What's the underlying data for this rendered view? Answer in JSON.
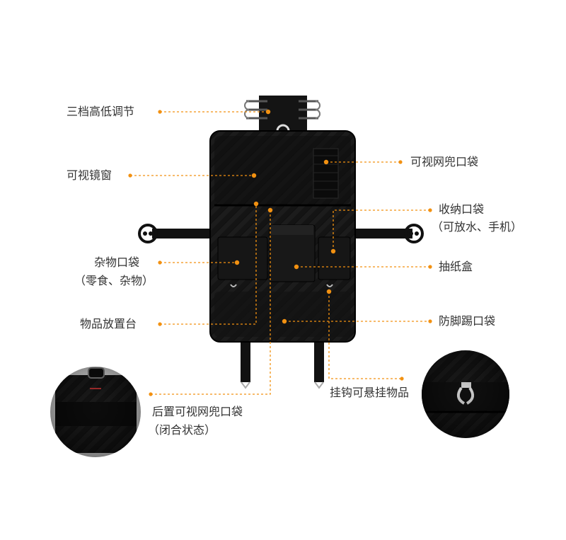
{
  "callouts": {
    "three_level": "三档高低调节",
    "mirror": "可视镜窗",
    "mesh_pocket": "可视网兜口袋",
    "storage_pocket": "收纳口袋",
    "storage_pocket_sub": "（可放水、手机）",
    "sundry_pocket": "杂物口袋",
    "sundry_pocket_sub": "（零食、杂物）",
    "tissue_box": "抽纸盒",
    "shelf": "物品放置台",
    "kick_pocket": "防脚踢口袋",
    "hooks": "挂钩可悬挂物品",
    "rear_mesh": "后置可视网兜口袋",
    "rear_mesh_sub": "（闭合状态）"
  },
  "colors": {
    "accent": "#F29111",
    "product": "#111111",
    "text": "#333333"
  }
}
